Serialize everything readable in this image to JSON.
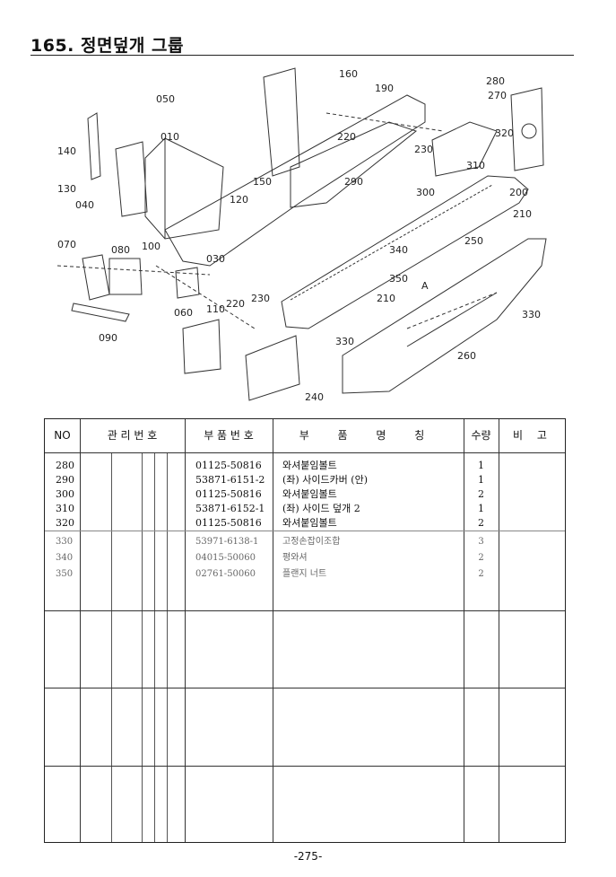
{
  "header": {
    "title": "165. 정면덮개 그룹"
  },
  "diagram": {
    "callouts": [
      "050",
      "010",
      "140",
      "130",
      "040",
      "070",
      "080",
      "100",
      "030",
      "120",
      "150",
      "160",
      "190",
      "220",
      "230",
      "290",
      "300",
      "280",
      "270",
      "320",
      "310",
      "200",
      "210",
      "250",
      "340",
      "350",
      "330",
      "260",
      "240",
      "060",
      "110",
      "090",
      "A"
    ]
  },
  "table": {
    "headers": {
      "no": "NO",
      "mgmt": "관 리 번 호",
      "part_no": "부 품 번 호",
      "part_name": "부 품 명 칭",
      "qty": "수량",
      "remarks": "비 고"
    },
    "rows": [
      {
        "no": "280",
        "part_no": "01125-50816",
        "name": "와셔붙임볼트",
        "qty": "1"
      },
      {
        "no": "290",
        "part_no": "53871-6151-2",
        "name": "(좌) 사이드카버 (안)",
        "qty": "1"
      },
      {
        "no": "300",
        "part_no": "01125-50816",
        "name": "와셔붙임볼트",
        "qty": "2"
      },
      {
        "no": "310",
        "part_no": "53871-6152-1",
        "name": "(좌) 사이드 덮개 2",
        "qty": "1"
      },
      {
        "no": "320",
        "part_no": "01125-50816",
        "name": "와셔붙임볼트",
        "qty": "2"
      }
    ],
    "rows_light": [
      {
        "no": "330",
        "part_no": "53971-6138-1",
        "name": "고정손잡이조합",
        "qty": "3"
      },
      {
        "no": "340",
        "part_no": "04015-50060",
        "name": "평와셔",
        "qty": "2"
      },
      {
        "no": "350",
        "part_no": "02761-50060",
        "name": "플랜지 너트",
        "qty": "2"
      }
    ]
  },
  "footer": {
    "page": "-275-"
  }
}
